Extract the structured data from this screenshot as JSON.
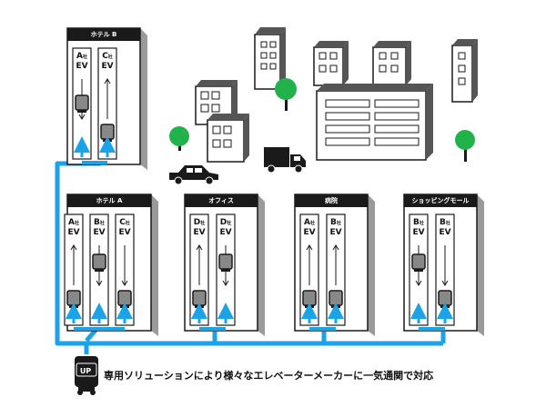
{
  "caption": "専用ソリューションにより様々なエレベーターメーカーに一気通関で対応",
  "robot_label": "UP",
  "colors": {
    "route": "#1aa3e8",
    "ink": "#1a1a1a",
    "tree": "#22b24c"
  },
  "buildings": [
    {
      "name": "ホテル B",
      "evs": [
        {
          "letter": "A",
          "sup": "社",
          "ev": "EV"
        },
        {
          "letter": "C",
          "sup": "社",
          "ev": "EV"
        }
      ]
    },
    {
      "name": "ホテル A",
      "evs": [
        {
          "letter": "A",
          "sup": "社",
          "ev": "EV"
        },
        {
          "letter": "B",
          "sup": "社",
          "ev": "EV"
        },
        {
          "letter": "C",
          "sup": "社",
          "ev": "EV"
        }
      ]
    },
    {
      "name": "オフィス",
      "evs": [
        {
          "letter": "D",
          "sup": "社",
          "ev": "EV"
        },
        {
          "letter": "D",
          "sup": "社",
          "ev": "EV"
        }
      ]
    },
    {
      "name": "病院",
      "evs": [
        {
          "letter": "A",
          "sup": "社",
          "ev": "EV"
        },
        {
          "letter": "B",
          "sup": "社",
          "ev": "EV"
        }
      ]
    },
    {
      "name": "ショッピングモール",
      "evs": [
        {
          "letter": "B",
          "sup": "社",
          "ev": "EV"
        },
        {
          "letter": "B",
          "sup": "社",
          "ev": "EV"
        }
      ]
    }
  ]
}
